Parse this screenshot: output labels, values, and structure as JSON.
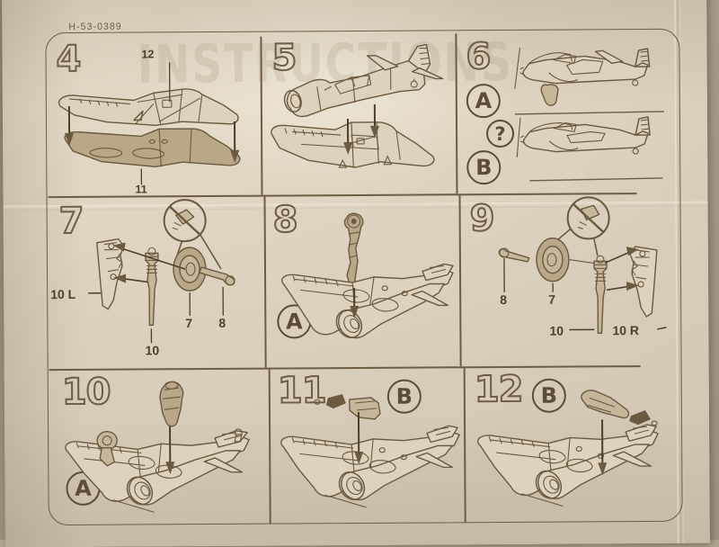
{
  "document": {
    "kit_code": "H-53-0389",
    "ghost_text": "INSTRUCTIONS",
    "type": "scale-model-assembly-instruction-sheet"
  },
  "colors": {
    "paper": "#ded3c0",
    "ink": "#6e5c44",
    "ink_dark": "#4d3f2d",
    "part_fill": "#b9a888",
    "plane_fill": "#ddd2be",
    "desk": "#a3998a"
  },
  "steps": [
    {
      "number": "4",
      "badge": "",
      "callouts": [
        {
          "label": "12",
          "position": "top"
        },
        {
          "label": "11",
          "position": "bottom"
        }
      ],
      "no_glue": false
    },
    {
      "number": "5",
      "badge": "",
      "callouts": [],
      "no_glue": false
    },
    {
      "number": "6",
      "badge": "",
      "variants": [
        "A",
        "B"
      ],
      "question_mark": "?",
      "callouts": [],
      "no_glue": false
    },
    {
      "number": "7",
      "badge": "",
      "callouts": [
        {
          "label": "10 L",
          "position": "left"
        },
        {
          "label": "10",
          "position": "bottom"
        },
        {
          "label": "7",
          "position": "bottom"
        },
        {
          "label": "8",
          "position": "bottom"
        }
      ],
      "no_glue": true
    },
    {
      "number": "8",
      "badge": "A",
      "callouts": [],
      "no_glue": false
    },
    {
      "number": "9",
      "badge": "",
      "callouts": [
        {
          "label": "8",
          "position": "bottom"
        },
        {
          "label": "7",
          "position": "bottom"
        },
        {
          "label": "10",
          "position": "bottom"
        },
        {
          "label": "10 R",
          "position": "bottom"
        }
      ],
      "no_glue": true
    },
    {
      "number": "10",
      "badge": "A",
      "callouts": [],
      "no_glue": false
    },
    {
      "number": "11",
      "badge": "B",
      "callouts": [],
      "no_glue": false
    },
    {
      "number": "12",
      "badge": "B",
      "callouts": [],
      "no_glue": false
    }
  ]
}
